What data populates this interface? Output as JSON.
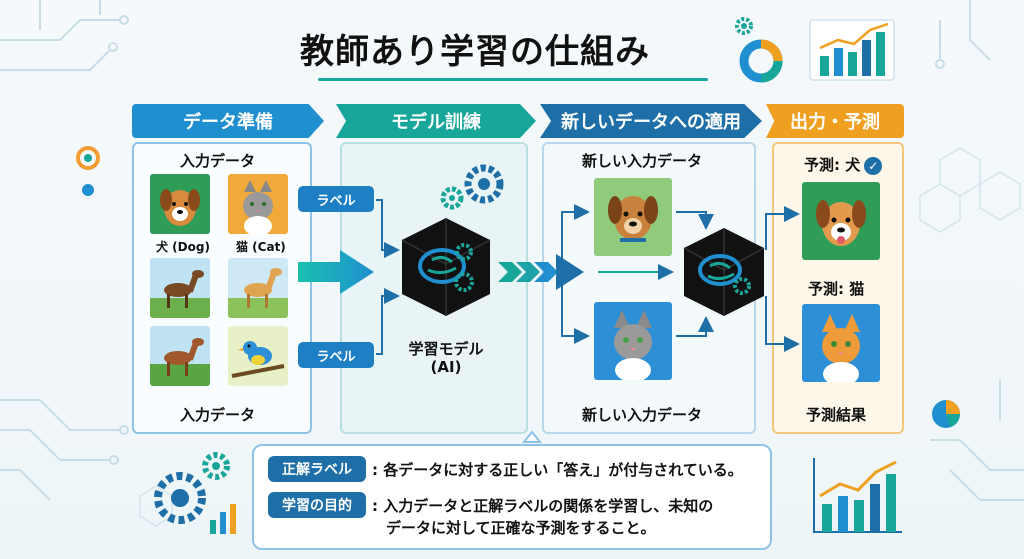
{
  "title": "教師あり学習の仕組み",
  "stages": [
    {
      "label": "データ準備"
    },
    {
      "label": "モデル訓練"
    },
    {
      "label": "新しいデータへの適用"
    },
    {
      "label": "出力・予測"
    }
  ],
  "prep": {
    "top_heading": "入力データ",
    "bottom_heading": "入力データ",
    "caption_dog": "犬 (Dog)",
    "caption_cat": "猫 (Cat)"
  },
  "training": {
    "label_tag_top": "ラベル",
    "label_tag_bottom": "ラベル",
    "model_line1": "学習モデル",
    "model_line2": "(AI)"
  },
  "apply": {
    "top_heading": "新しい入力データ",
    "bottom_heading": "新しい入力データ"
  },
  "output": {
    "pred_dog": "予測: 犬",
    "pred_cat": "予測: 猫",
    "bottom_heading": "予測結果"
  },
  "definitions": [
    {
      "tag": "正解ラベル",
      "text_line1": ": 各データに対する正しい「答え」が付与されている。",
      "text_line2": ""
    },
    {
      "tag": "学習の目的",
      "text_line1": ": 入力データと正解ラベルの関係を学習し、未知の",
      "text_line2": "データに対して正確な予測をすること。"
    }
  ],
  "colors": {
    "blue": "#1f8fd0",
    "teal": "#19a69a",
    "navy": "#1e6fa8",
    "orange": "#f0a021"
  }
}
